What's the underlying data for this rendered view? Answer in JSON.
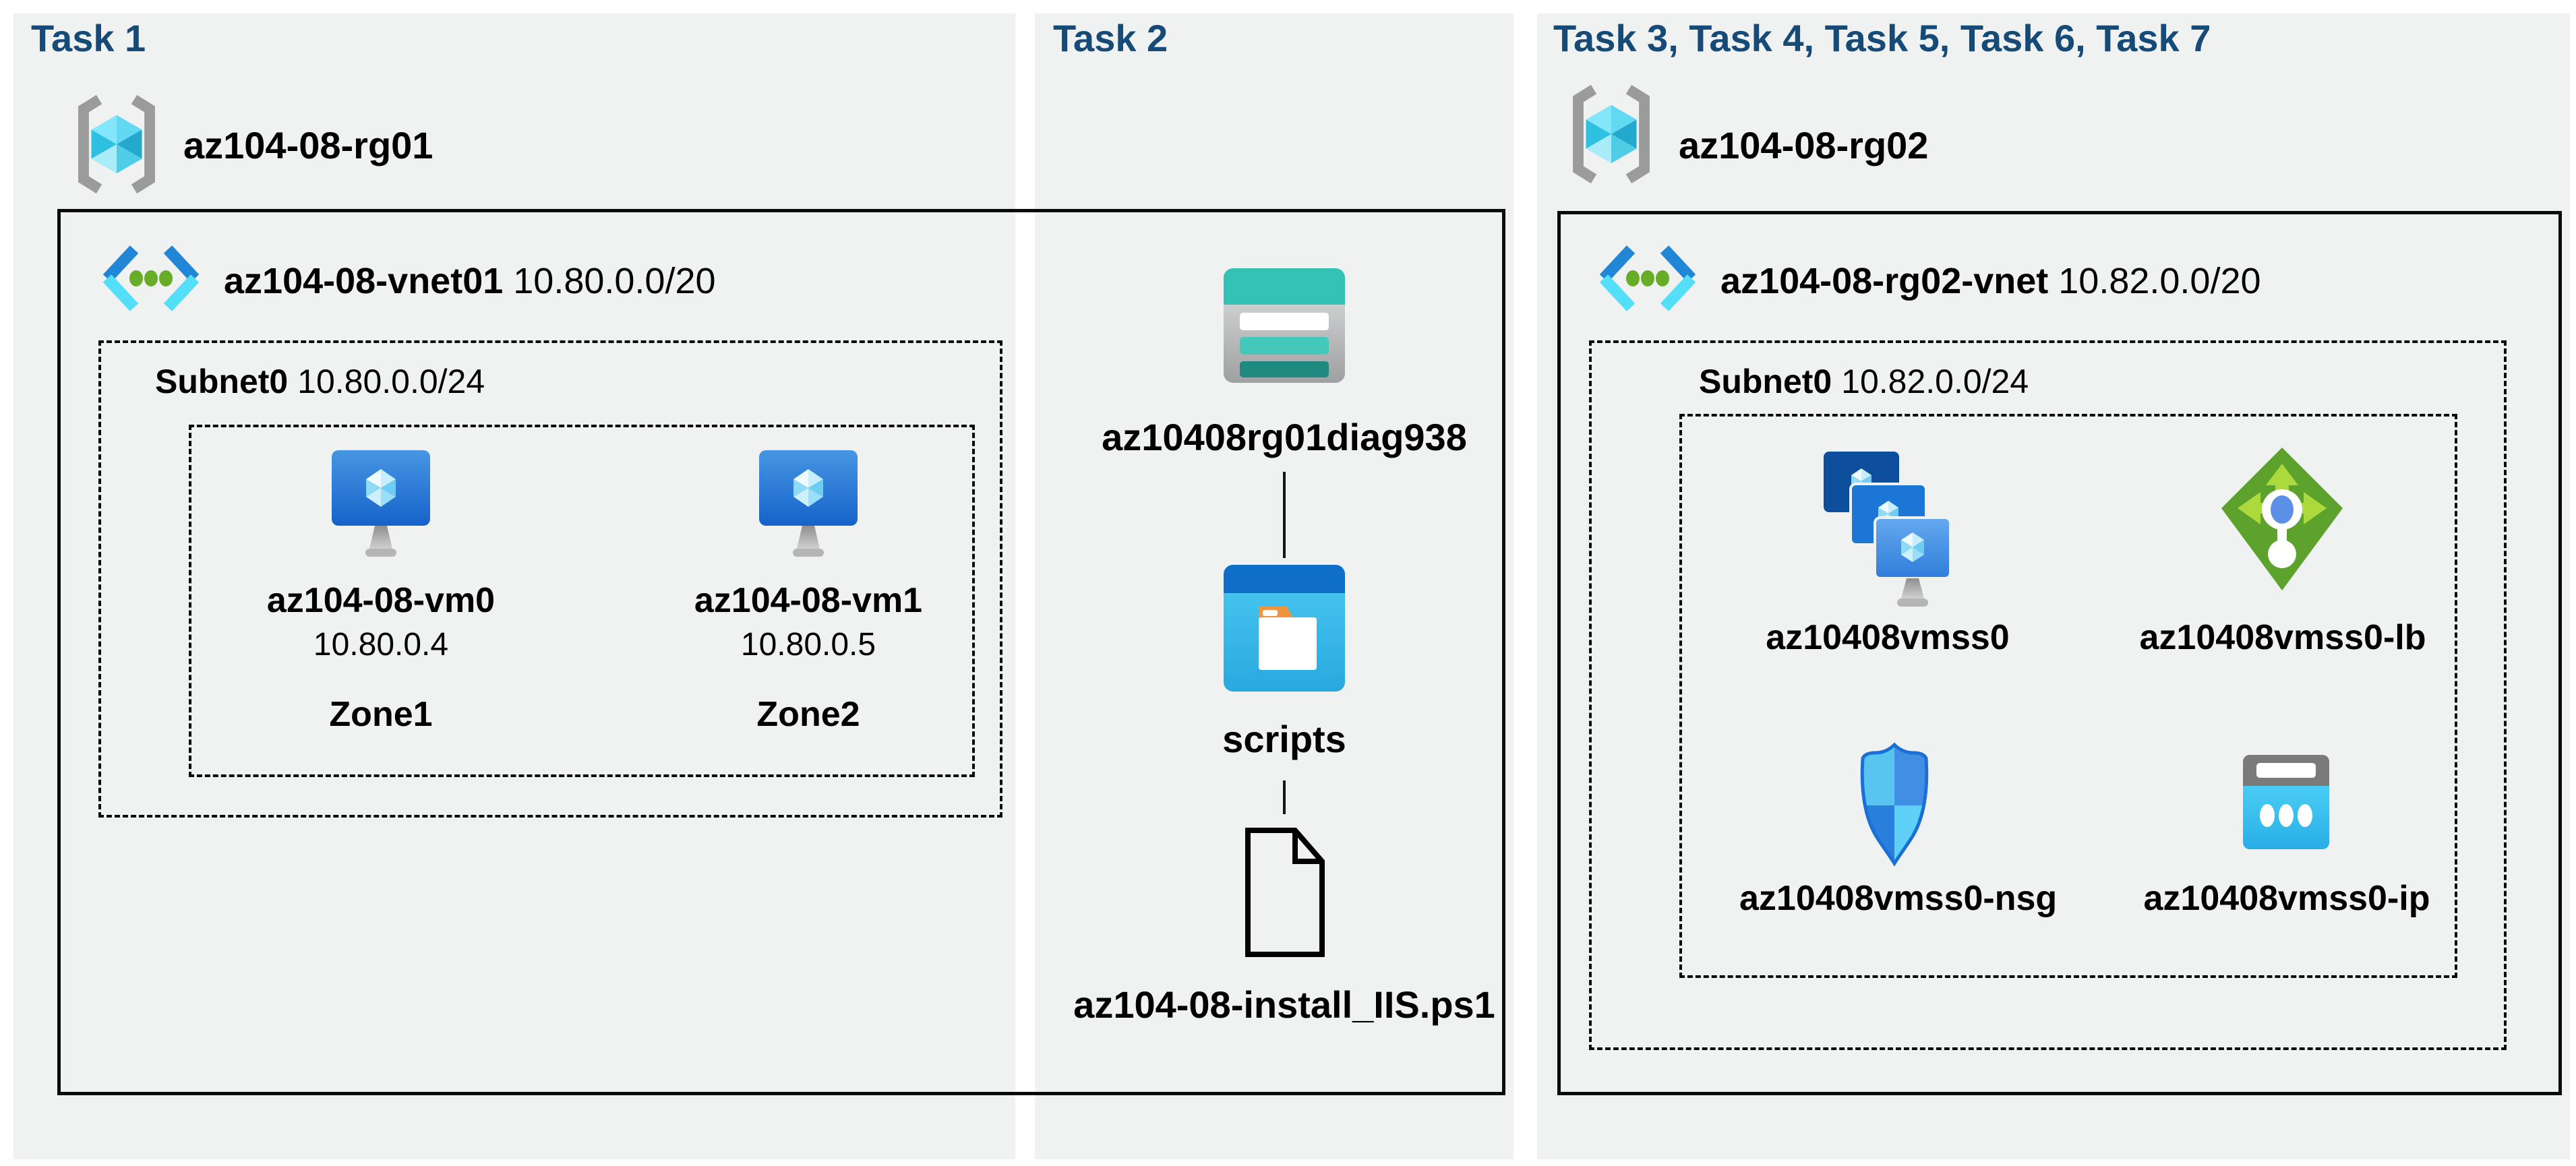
{
  "colors": {
    "page_bg": "#FFFFFF",
    "panel_bg": "#F0F1F1",
    "heading_navy": "#164A77",
    "text_black": "#000000",
    "box_border": "#0A0A0A",
    "rg_cube_cyan": "#4FD4F0",
    "bracket_gray": "#9B9B9B",
    "vm_blue": "#2F7CDA",
    "vnet_chevron_blue": "#2286D7",
    "vnet_chevron_cyan": "#54DFF8",
    "vnet_dot_green": "#67AD28",
    "storage_teal": "#33C2B3",
    "storage_teal_dark": "#1F8B80",
    "scripts_bar_blue": "#0E6EC8",
    "scripts_body_cyan": "#36BFEE",
    "folder_orange": "#F0953F",
    "lb_green": "#5CA22C",
    "lb_arrow_green": "#ACD93B",
    "lb_dot_blue": "#5B90E6",
    "nsg_blue": "#418FE4",
    "nsg_light": "#5AC4F0",
    "ip_cyan": "#35C2EF",
    "ip_gray": "#7A7A7A"
  },
  "task1": {
    "heading": "Task 1",
    "resource_group": "az104-08-rg01",
    "vnet_name": "az104-08-vnet01",
    "vnet_cidr": "10.80.0.0/20",
    "subnet_name": "Subnet0",
    "subnet_cidr": "10.80.0.0/24",
    "vms": [
      {
        "name": "az104-08-vm0",
        "ip": "10.80.0.4",
        "zone": "Zone1"
      },
      {
        "name": "az104-08-vm1",
        "ip": "10.80.0.5",
        "zone": "Zone2"
      }
    ]
  },
  "task2": {
    "heading": "Task 2",
    "storage_account": "az10408rg01diag938",
    "container": "scripts",
    "script_file": "az104-08-install_IIS.ps1"
  },
  "task3": {
    "heading": "Task 3, Task 4, Task 5, Task 6, Task 7",
    "resource_group": "az104-08-rg02",
    "vnet_name": "az104-08-rg02-vnet",
    "vnet_cidr": "10.82.0.0/20",
    "subnet_name": "Subnet0",
    "subnet_cidr": "10.82.0.0/24",
    "resources": [
      {
        "name": "az10408vmss0"
      },
      {
        "name": "az10408vmss0-lb"
      },
      {
        "name": "az10408vmss0-nsg"
      },
      {
        "name": "az10408vmss0-ip"
      }
    ]
  }
}
